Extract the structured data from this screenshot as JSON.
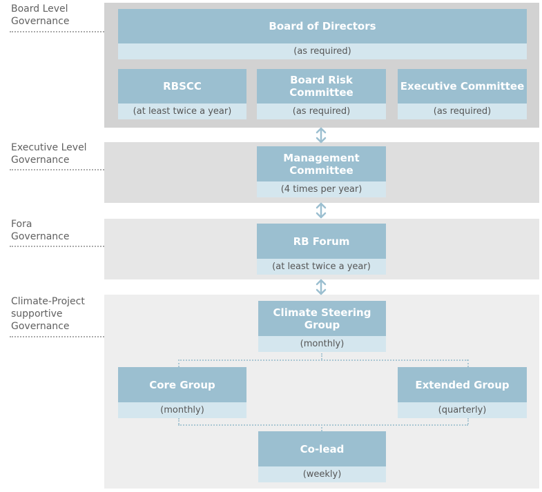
{
  "levels": {
    "board": "Board Level\nGovernance",
    "executive": "Executive Level\nGovernance",
    "fora": "Fora\nGovernance",
    "climate": "Climate-Project\nsupportive\nGovernance"
  },
  "boxes": {
    "board_of_directors": {
      "title": "Board of Directors",
      "freq": "(as required)"
    },
    "rbscc": {
      "title": "RBSCC",
      "freq": "(at least twice a year)"
    },
    "board_risk": {
      "title": "Board Risk Committee",
      "freq": "(as required)"
    },
    "executive_committee": {
      "title": "Executive Committee",
      "freq": "(as required)"
    },
    "management_committee": {
      "title": "Management Committee",
      "freq": "(4 times per year)"
    },
    "rb_forum": {
      "title": "RB Forum",
      "freq": "(at least twice a year)"
    },
    "climate_steering": {
      "title": "Climate Steering Group",
      "freq": "(monthly)"
    },
    "core_group": {
      "title": "Core Group",
      "freq": "(monthly)"
    },
    "extended_group": {
      "title": "Extended Group",
      "freq": "(quarterly)"
    },
    "co_lead": {
      "title": "Co-lead",
      "freq": "(weekly)"
    }
  },
  "colors": {
    "box_head": "#9bbfd0",
    "box_sub": "#d4e6ee",
    "arrow": "#9bbfd0"
  }
}
